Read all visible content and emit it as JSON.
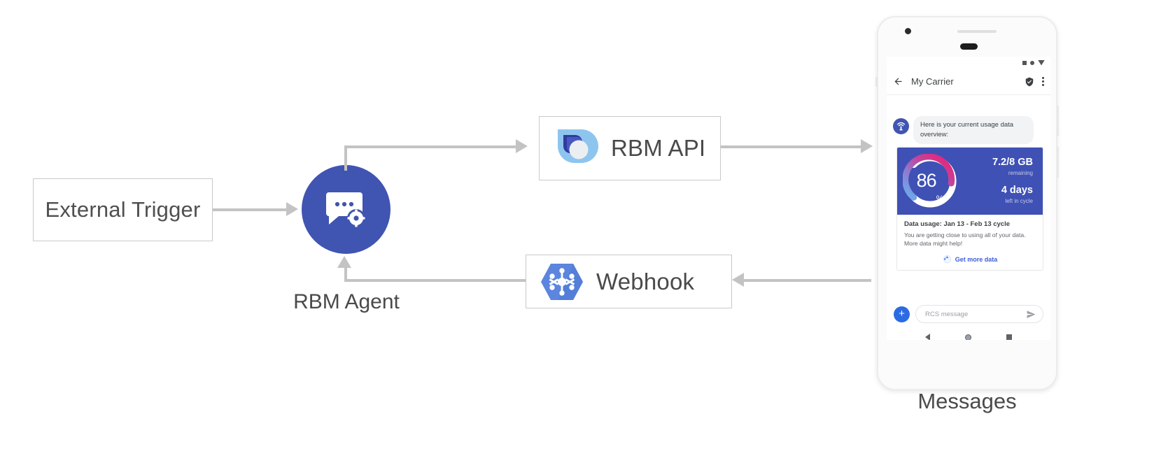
{
  "diagram": {
    "nodes": {
      "external_trigger": {
        "label": "External Trigger"
      },
      "rbm_agent": {
        "label": "RBM Agent",
        "icon": "chat-gear-icon"
      },
      "rbm_api": {
        "label": "RBM API",
        "icon": "rbm-api-logo-icon"
      },
      "webhook": {
        "label": "Webhook",
        "icon": "webhook-hexagon-icon"
      },
      "messages": {
        "label": "Messages"
      }
    },
    "colors": {
      "agent_blue": "#4054b2",
      "card_indigo": "#3f51b5",
      "connector_gray": "#c3c3c3",
      "link_blue": "#3b5bdb",
      "webhook_blue": "#5c85de",
      "rbm_api_light": "#8ec5ef",
      "rbm_api_dark": "#2f3b9e"
    }
  },
  "phone": {
    "status_bar": {
      "icons": [
        "square-indicator-icon",
        "dot-indicator-icon",
        "triangle-indicator-icon"
      ]
    },
    "app_bar": {
      "back_icon": "back-arrow-icon",
      "title": "My Carrier",
      "verified_icon": "verified-shield-icon",
      "overflow_icon": "kebab-menu-icon"
    },
    "conversation": {
      "agent_avatar_icon": "carrier-signal-avatar-icon",
      "message_text": "Here is your current usage data overview:"
    },
    "rich_card": {
      "gauge": {
        "percent_value": "86",
        "percent_symbol": "%",
        "percent_number": 86
      },
      "stats": [
        {
          "value": "7.2/8 GB",
          "sub": "remaining"
        },
        {
          "value": "4 days",
          "sub": "left in cycle"
        }
      ],
      "title": "Data usage: Jan 13 - Feb 13 cycle",
      "description_line1": "You are getting close to using all of your data.",
      "description_line2": "More data might help!",
      "action": {
        "icon": "globe-icon",
        "label": "Get more data"
      }
    },
    "composer": {
      "plus_icon": "plus-icon",
      "placeholder": "RCS message",
      "send_icon": "send-icon"
    },
    "nav_bar": {
      "back_icon": "nav-back-icon",
      "home_icon": "nav-home-icon",
      "recents_icon": "nav-recents-icon"
    }
  }
}
